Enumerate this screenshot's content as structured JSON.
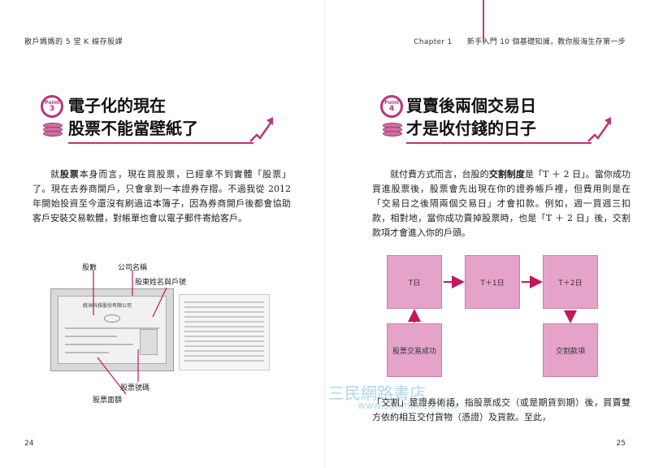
{
  "left_page": {
    "header": "散戶媽媽的 5 堂 K 線存股課",
    "point_label": "Point",
    "point_number": "3",
    "title_line1": "電子化的現在",
    "title_line2": "股票不能當壁紙了",
    "body_pre": "就",
    "body_bold": "股票",
    "body_post": "本身而言，現在買股票，已經拿不到實體「股票」了。現在去券商開戶，只會拿到一本證券存摺。不過我從 2012 年開始投資至今還沒有刷過這本簿子，因為券商開戶後都會協助客戶安裝交易軟體，對帳單也會以電子郵件寄給客戶。",
    "figure_callouts": {
      "shares": "股數",
      "company_name": "公司名稱",
      "holder_name": "股東姓名與戶號",
      "serial_number": "股票號碼",
      "face_value": "股票面額"
    },
    "certificate_company": "統洲科技股份有限公司",
    "page_number": "24"
  },
  "right_page": {
    "header_chapter": "Chapter 1",
    "header_title": "新手入門 10 個基礎知識，教你股海生存第一步",
    "point_label": "Point",
    "point_number": "4",
    "title_line1": "買賣後兩個交易日",
    "title_line2": "才是收付錢的日子",
    "para1_pre": "就付費方式而言，台股的",
    "para1_bold": "交割制度",
    "para1_post": "是「T ＋ 2 日」。當你成功買進股票後，股票會先出現在你的證券帳戶裡，但費用則是在「交易日之後隔兩個交易日」才會扣款。例如，週一買週三扣款，相對地，當你成功賣掉股票時，也是「T ＋ 2 日」後，交割款項才會進入你的戶頭。",
    "flow": {
      "box1": "T日",
      "box2": "T＋1日",
      "box3": "T＋2日",
      "box4": "股票交易成功",
      "box5": "交割款項"
    },
    "para2": "「交割」是證券術語，指股票成交（或是期貨到期）後，買賣雙方依約相互交付貨物（憑證）及貨款。至此，",
    "watermark": "三民網路書店",
    "watermark_url": "www.sanmin.com.tw",
    "page_number": "25"
  },
  "colors": {
    "accent": "#b5377b",
    "flow_box": "#e6a3c9"
  }
}
